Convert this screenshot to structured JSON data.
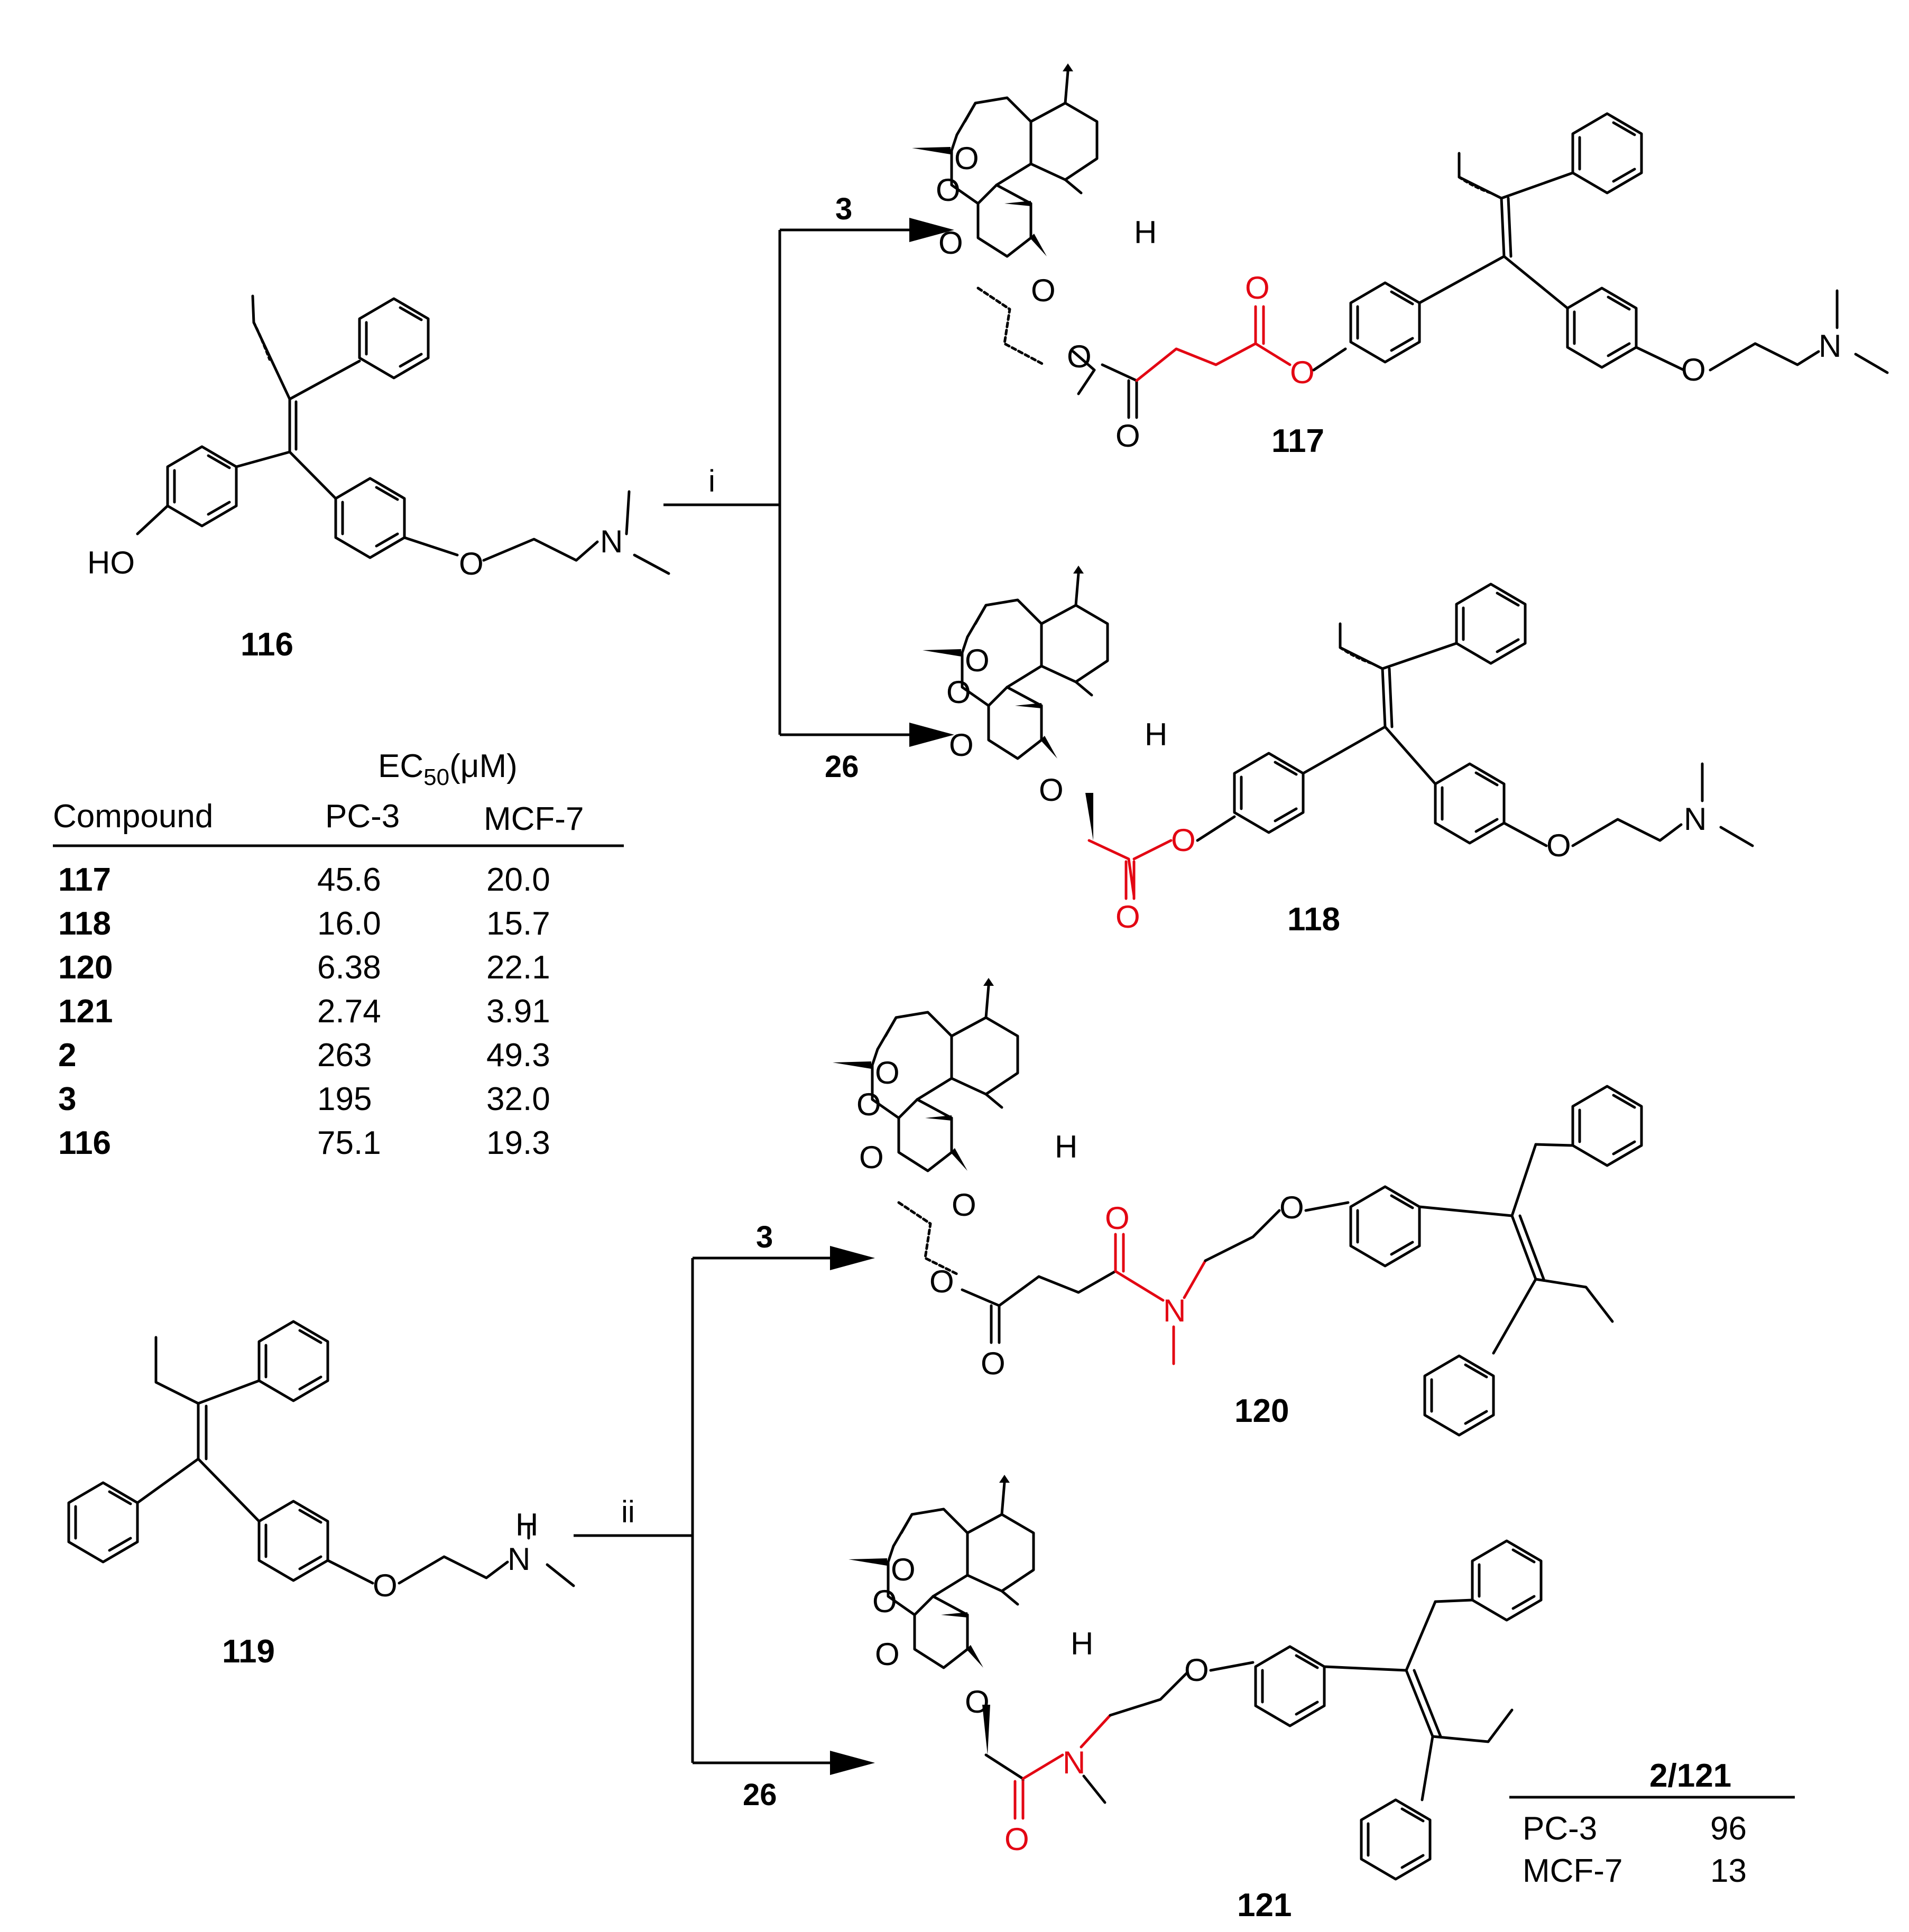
{
  "compounds": {
    "c116": "116",
    "c117": "117",
    "c118": "118",
    "c119": "119",
    "c120": "120",
    "c121": "121"
  },
  "atoms": {
    "O": "O",
    "N": "N",
    "H": "H",
    "HO": "HO"
  },
  "reagents": {
    "step_i": "i",
    "step_ii": "ii",
    "r3": "3",
    "r26": "26"
  },
  "ec50_table": {
    "header_main": "EC",
    "header_sub": "50",
    "header_tail": "(μM)",
    "col_compound": "Compound",
    "col_pc3": "PC-3",
    "col_mcf7": "MCF-7",
    "rows": [
      {
        "compound": "117",
        "pc3": "45.6",
        "mcf7": "20.0"
      },
      {
        "compound": "118",
        "pc3": "16.0",
        "mcf7": "15.7"
      },
      {
        "compound": "120",
        "pc3": "6.38",
        "mcf7": "22.1"
      },
      {
        "compound": "121",
        "pc3": "2.74",
        "mcf7": "3.91"
      },
      {
        "compound": "2",
        "pc3": "263",
        "mcf7": "49.3"
      },
      {
        "compound": "3",
        "pc3": "195",
        "mcf7": "32.0"
      },
      {
        "compound": "116",
        "pc3": "75.1",
        "mcf7": "19.3"
      }
    ]
  },
  "ratio_table": {
    "header": "2/121",
    "rows": [
      {
        "label": "PC-3",
        "value": "96"
      },
      {
        "label": "MCF-7",
        "value": "13"
      }
    ]
  },
  "colors": {
    "linker": "#e30613",
    "ink": "#000000"
  }
}
